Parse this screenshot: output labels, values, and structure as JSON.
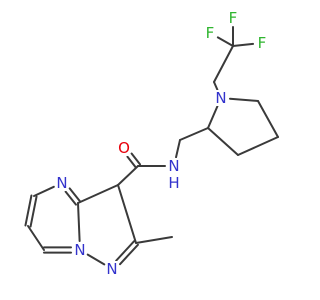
{
  "atom_colors": {
    "C": "#3a3a3a",
    "N": "#3333cc",
    "O": "#e8000b",
    "F": "#2fb52f"
  },
  "atoms": [
    {
      "id": "F1",
      "label": "F",
      "element": "F"
    },
    {
      "id": "F2",
      "label": "F",
      "element": "F"
    },
    {
      "id": "F3",
      "label": "F",
      "element": "F"
    },
    {
      "id": "N_pyr",
      "label": "N",
      "element": "N"
    },
    {
      "id": "O",
      "label": "O",
      "element": "O"
    },
    {
      "id": "N_amide",
      "label": "N",
      "element": "N"
    },
    {
      "id": "H_amide",
      "label": "H",
      "element": "N"
    },
    {
      "id": "N4",
      "label": "N",
      "element": "N"
    },
    {
      "id": "N7a",
      "label": "N",
      "element": "N"
    },
    {
      "id": "N1",
      "label": "N",
      "element": "N"
    }
  ]
}
